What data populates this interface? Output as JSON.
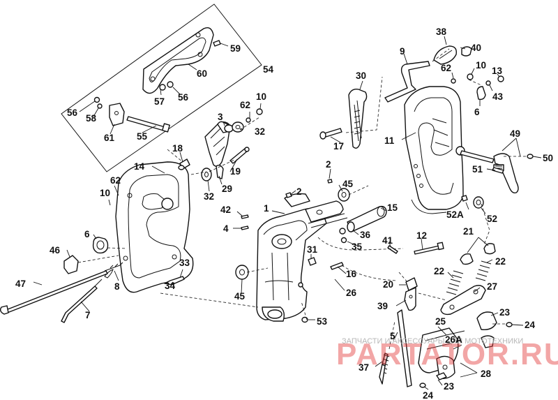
{
  "callouts": [
    {
      "id": "c59",
      "text": "59"
    },
    {
      "id": "c60",
      "text": "60"
    },
    {
      "id": "c54",
      "text": "54"
    },
    {
      "id": "c57",
      "text": "57"
    },
    {
      "id": "c56a",
      "text": "56"
    },
    {
      "id": "c56b",
      "text": "56"
    },
    {
      "id": "c58",
      "text": "58"
    },
    {
      "id": "c61",
      "text": "61"
    },
    {
      "id": "c55",
      "text": "55"
    },
    {
      "id": "c3",
      "text": "3"
    },
    {
      "id": "c62a",
      "text": "62"
    },
    {
      "id": "c10a",
      "text": "10"
    },
    {
      "id": "c32a",
      "text": "32"
    },
    {
      "id": "c30",
      "text": "30"
    },
    {
      "id": "c9",
      "text": "9"
    },
    {
      "id": "c38",
      "text": "38"
    },
    {
      "id": "c40",
      "text": "40"
    },
    {
      "id": "c62b",
      "text": "62"
    },
    {
      "id": "c10b",
      "text": "10"
    },
    {
      "id": "c13",
      "text": "13"
    },
    {
      "id": "c43",
      "text": "43"
    },
    {
      "id": "c6a",
      "text": "6"
    },
    {
      "id": "c11",
      "text": "11"
    },
    {
      "id": "c49",
      "text": "49"
    },
    {
      "id": "c17",
      "text": "17"
    },
    {
      "id": "c18",
      "text": "18"
    },
    {
      "id": "c14",
      "text": "14"
    },
    {
      "id": "c19",
      "text": "19"
    },
    {
      "id": "c29",
      "text": "29"
    },
    {
      "id": "c2a",
      "text": "2"
    },
    {
      "id": "c45a",
      "text": "45"
    },
    {
      "id": "c50",
      "text": "50"
    },
    {
      "id": "c51",
      "text": "51"
    },
    {
      "id": "c62c",
      "text": "62"
    },
    {
      "id": "c10c",
      "text": "10"
    },
    {
      "id": "c32b",
      "text": "32"
    },
    {
      "id": "c2b",
      "text": "2"
    },
    {
      "id": "c1",
      "text": "1"
    },
    {
      "id": "c15",
      "text": "15"
    },
    {
      "id": "c52A",
      "text": "52A"
    },
    {
      "id": "c52",
      "text": "52"
    },
    {
      "id": "c42",
      "text": "42"
    },
    {
      "id": "c4",
      "text": "4"
    },
    {
      "id": "c36",
      "text": "36"
    },
    {
      "id": "c6b",
      "text": "6"
    },
    {
      "id": "c35",
      "text": "35"
    },
    {
      "id": "c41",
      "text": "41"
    },
    {
      "id": "c12",
      "text": "12"
    },
    {
      "id": "c21",
      "text": "21"
    },
    {
      "id": "c46",
      "text": "46"
    },
    {
      "id": "c31",
      "text": "31"
    },
    {
      "id": "c22a",
      "text": "22"
    },
    {
      "id": "c22b",
      "text": "22"
    },
    {
      "id": "c33",
      "text": "33"
    },
    {
      "id": "c16",
      "text": "16"
    },
    {
      "id": "c47",
      "text": "47"
    },
    {
      "id": "c8",
      "text": "8"
    },
    {
      "id": "c34",
      "text": "34"
    },
    {
      "id": "c45b",
      "text": "45"
    },
    {
      "id": "c26",
      "text": "26"
    },
    {
      "id": "c20",
      "text": "20"
    },
    {
      "id": "c27",
      "text": "27"
    },
    {
      "id": "c39",
      "text": "39"
    },
    {
      "id": "c7",
      "text": "7"
    },
    {
      "id": "c23a",
      "text": "23"
    },
    {
      "id": "c53",
      "text": "53"
    },
    {
      "id": "c24a",
      "text": "24"
    },
    {
      "id": "c25",
      "text": "25"
    },
    {
      "id": "c26A",
      "text": "26A"
    },
    {
      "id": "c5",
      "text": "5"
    },
    {
      "id": "c37",
      "text": "37"
    },
    {
      "id": "c28",
      "text": "28"
    },
    {
      "id": "c23b",
      "text": "23"
    },
    {
      "id": "c24b",
      "text": "24"
    }
  ],
  "watermark": {
    "caption": "ЗАПЧАСТИ И АКСЕССУАРЫ ДЛЯ МОТОТЕХНИКИ",
    "logo": "PARTATOR.RU"
  },
  "colors": {
    "line": "#111111",
    "background": "#ffffff",
    "watermark_logo": "#e23a3a",
    "watermark_text": "#b7b7b7"
  }
}
